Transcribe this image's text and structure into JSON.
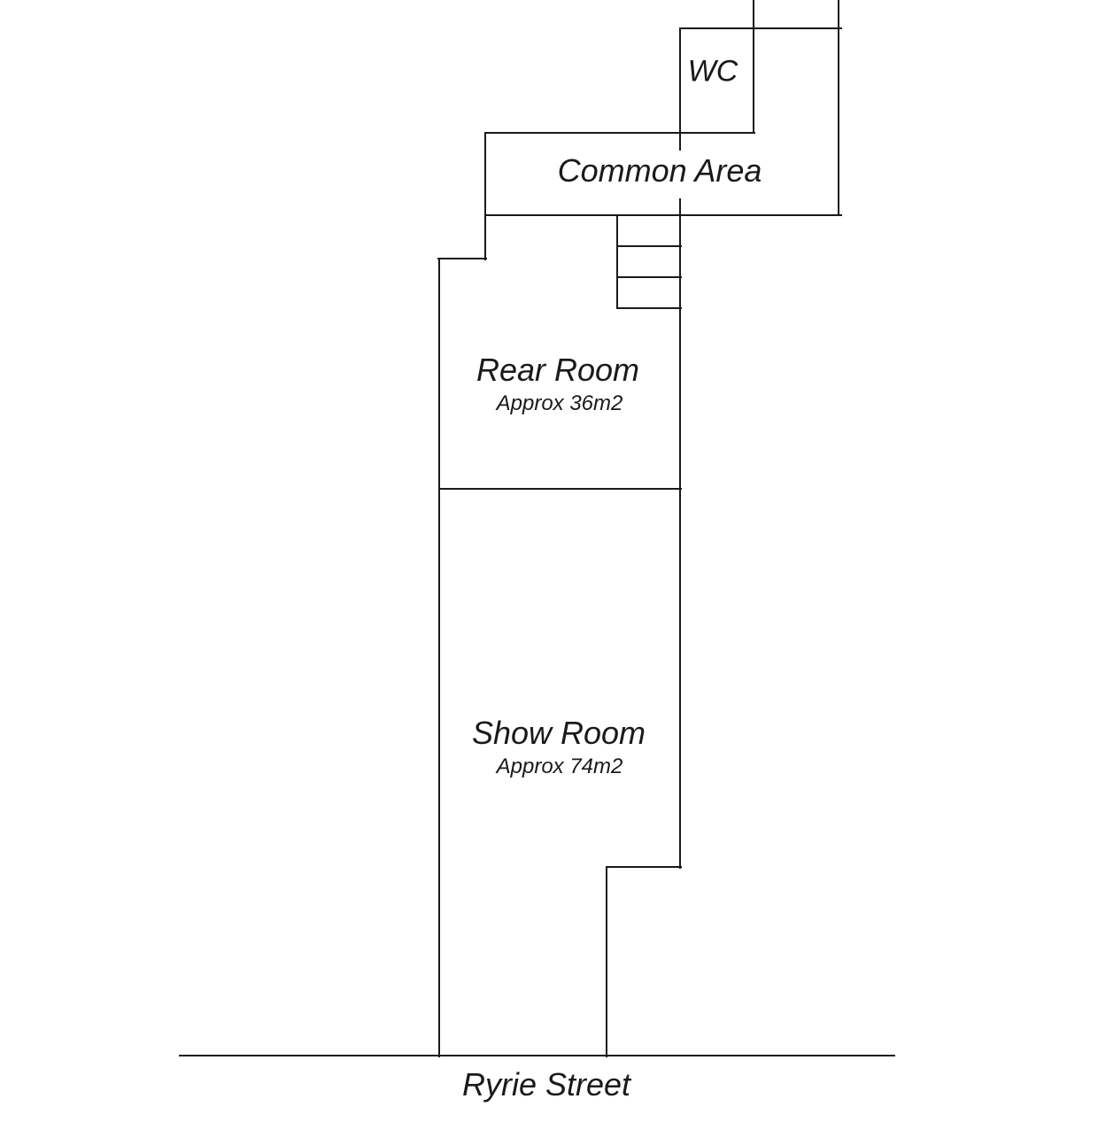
{
  "colors": {
    "line": "#1a1a1a",
    "text": "#1a1a1a",
    "background": "#ffffff"
  },
  "labels": {
    "wc": "WC",
    "common_area": "Common Area",
    "rear_room": "Rear Room",
    "rear_room_area": "Approx 36m2",
    "show_room": "Show Room",
    "show_room_area": "Approx 74m2",
    "street": "Ryrie Street"
  },
  "stairs": {
    "visible_steps": 3
  }
}
